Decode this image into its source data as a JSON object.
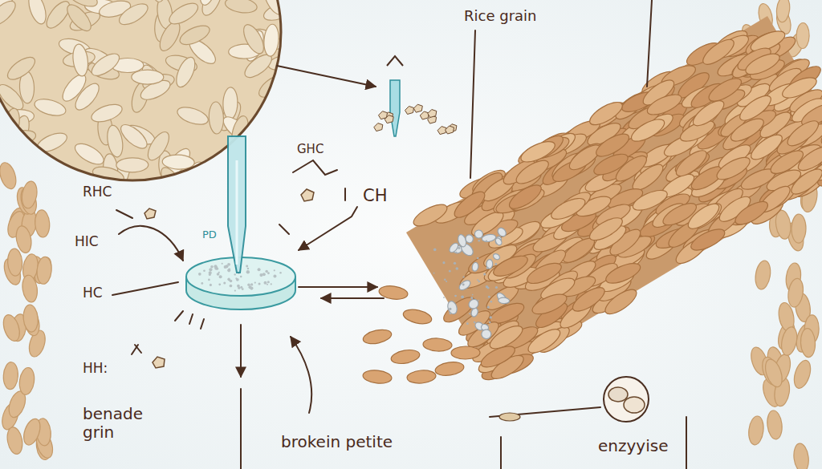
{
  "diagram": {
    "labels": [
      "Rice grain",
      "GHC",
      "RHC",
      "HIC",
      "HC",
      "CH",
      "PD",
      "HH:",
      "benade grin",
      "brokein petite",
      "enzyyise"
    ]
  }
}
